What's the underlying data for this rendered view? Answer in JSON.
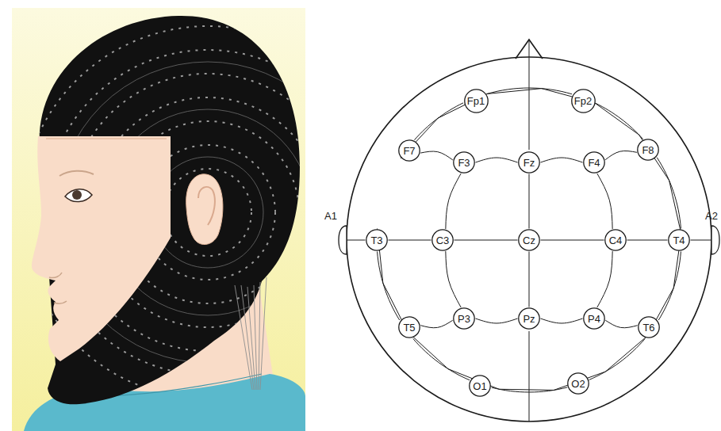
{
  "diagram": {
    "nodes": [
      {
        "text": [
          "Fp1"
        ]
      },
      {
        "text": [
          "Fp2"
        ]
      },
      {
        "text": [
          "F7"
        ]
      },
      {
        "text": [
          "F3"
        ]
      },
      {
        "text": [
          "Fz"
        ]
      },
      {
        "text": [
          "F4"
        ]
      },
      {
        "text": [
          "F8"
        ]
      },
      {
        "text": [
          "A1"
        ]
      },
      {
        "text": [
          "T3"
        ]
      },
      {
        "text": [
          "C3"
        ]
      },
      {
        "text": [
          "Cz"
        ]
      },
      {
        "text": [
          "C4"
        ]
      },
      {
        "text": [
          "T4"
        ]
      },
      {
        "text": [
          "A2"
        ]
      },
      {
        "text": [
          "T5"
        ]
      },
      {
        "text": [
          "P3"
        ]
      },
      {
        "text": [
          "Pz"
        ]
      },
      {
        "text": [
          "P4"
        ]
      },
      {
        "text": [
          "T6"
        ]
      },
      {
        "text": [
          "O1"
        ]
      },
      {
        "text": [
          "O2"
        ]
      }
    ],
    "edges": [
      {
        "from": 0,
        "to": 1,
        "arrow": "none"
      },
      {
        "from": 1,
        "to": 6,
        "arrow": "none"
      },
      {
        "from": 6,
        "to": 12,
        "arrow": "none"
      },
      {
        "from": 12,
        "to": 18,
        "arrow": "none"
      },
      {
        "from": 18,
        "to": 20,
        "arrow": "none"
      },
      {
        "from": 20,
        "to": 19,
        "arrow": "none"
      },
      {
        "from": 19,
        "to": 14,
        "arrow": "none"
      },
      {
        "from": 14,
        "to": 8,
        "arrow": "none"
      },
      {
        "from": 8,
        "to": 2,
        "arrow": "none"
      },
      {
        "from": 2,
        "to": 0,
        "arrow": "none"
      },
      {
        "from": 2,
        "to": 3,
        "arrow": "none"
      },
      {
        "from": 3,
        "to": 4,
        "arrow": "none"
      },
      {
        "from": 4,
        "to": 5,
        "arrow": "none"
      },
      {
        "from": 5,
        "to": 6,
        "arrow": "none"
      },
      {
        "from": 7,
        "to": 8,
        "arrow": "none"
      },
      {
        "from": 8,
        "to": 9,
        "arrow": "none"
      },
      {
        "from": 9,
        "to": 10,
        "arrow": "none"
      },
      {
        "from": 10,
        "to": 11,
        "arrow": "none"
      },
      {
        "from": 11,
        "to": 12,
        "arrow": "none"
      },
      {
        "from": 12,
        "to": 13,
        "arrow": "none"
      },
      {
        "from": 14,
        "to": 15,
        "arrow": "none"
      },
      {
        "from": 15,
        "to": 16,
        "arrow": "none"
      },
      {
        "from": 16,
        "to": 17,
        "arrow": "none"
      },
      {
        "from": 17,
        "to": 18,
        "arrow": "none"
      },
      {
        "from": 4,
        "to": 10,
        "arrow": "none"
      },
      {
        "from": 10,
        "to": 16,
        "arrow": "none"
      },
      {
        "from": 3,
        "to": 9,
        "arrow": "none"
      },
      {
        "from": 9,
        "to": 15,
        "arrow": "none"
      },
      {
        "from": 5,
        "to": 11,
        "arrow": "none"
      },
      {
        "from": 11,
        "to": 17,
        "arrow": "none"
      }
    ]
  }
}
